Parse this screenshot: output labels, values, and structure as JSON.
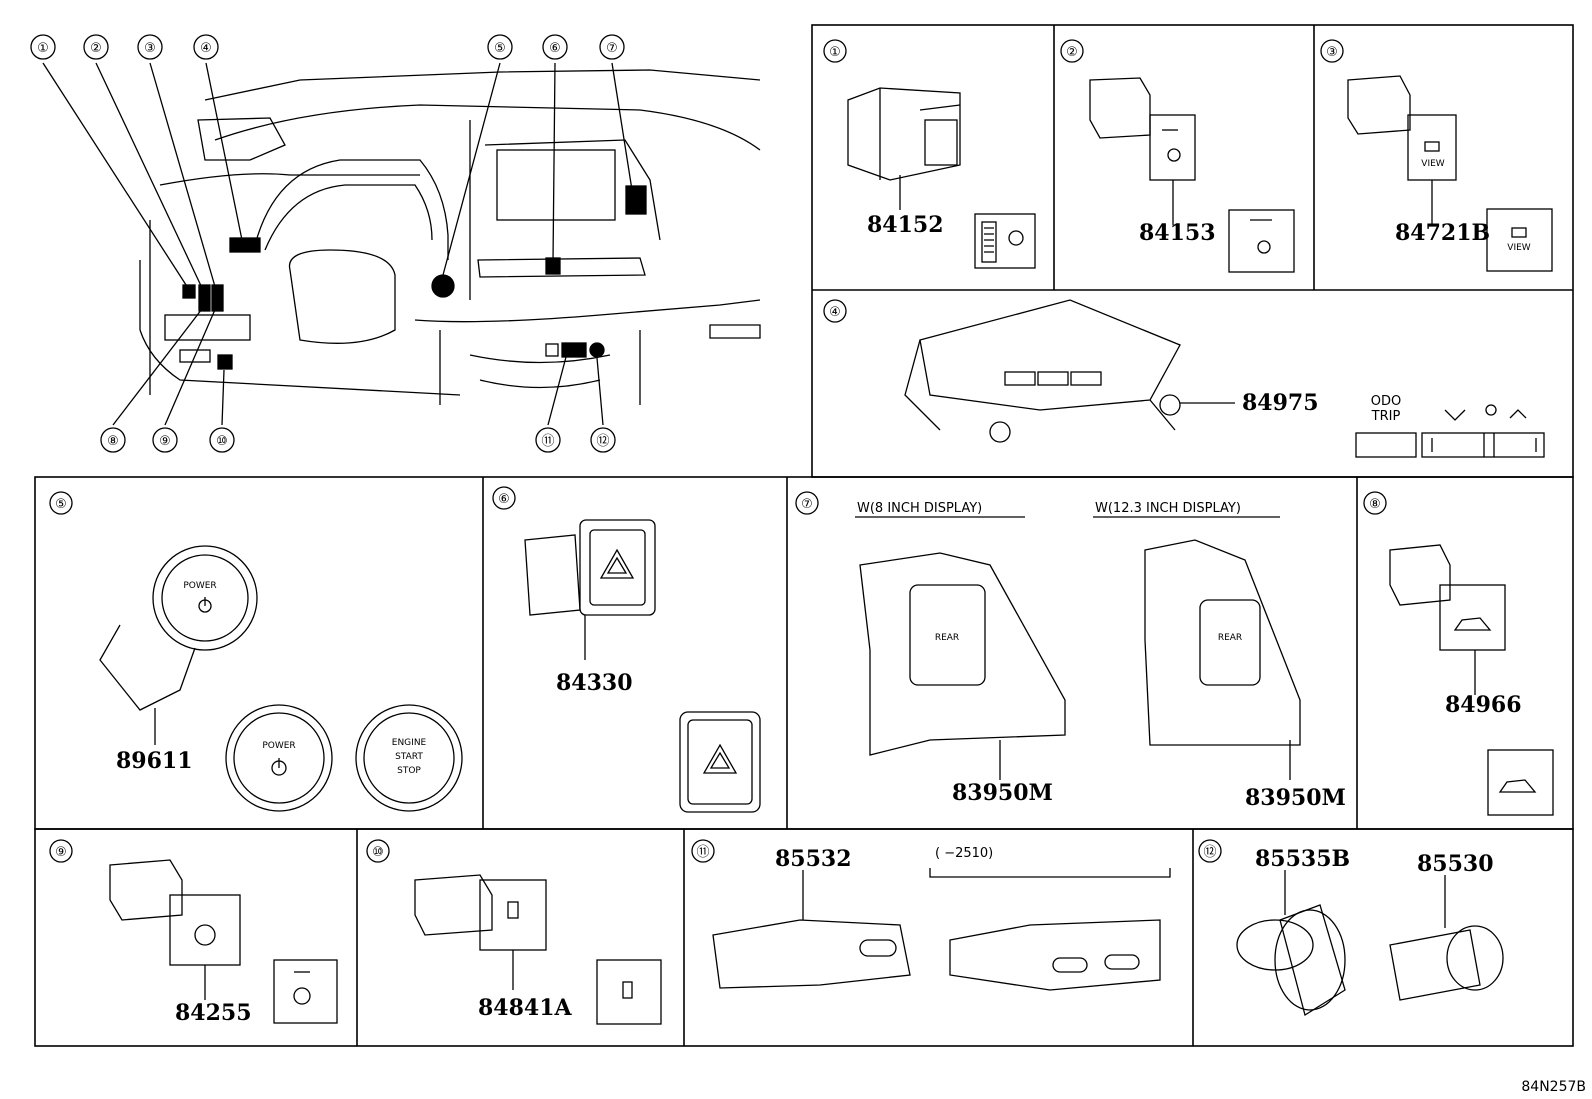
{
  "overview": {
    "callouts": [
      "①",
      "②",
      "③",
      "④",
      "⑤",
      "⑥",
      "⑦",
      "⑧",
      "⑨",
      "⑩",
      "⑪",
      "⑫"
    ]
  },
  "panels": [
    {
      "id": "p1",
      "marker": "①",
      "part": "84152"
    },
    {
      "id": "p2",
      "marker": "②",
      "part": "84153"
    },
    {
      "id": "p3",
      "marker": "③",
      "part": "84721B"
    },
    {
      "id": "p4",
      "marker": "④",
      "part": "84975",
      "odo": "ODO",
      "trip": "TRIP"
    },
    {
      "id": "p5",
      "marker": "⑤",
      "part": "89611",
      "power": "POWER",
      "engine1": "ENGINE",
      "engine2": "START",
      "engine3": "STOP"
    },
    {
      "id": "p6",
      "marker": "⑥",
      "part": "84330"
    },
    {
      "id": "p7",
      "marker": "⑦",
      "part_a": "83950M",
      "part_b": "83950M",
      "cap_a": "W(8 INCH DISPLAY)",
      "cap_b": "W(12.3 INCH DISPLAY)",
      "rear": "REAR"
    },
    {
      "id": "p8",
      "marker": "⑧",
      "part": "84966"
    },
    {
      "id": "p9",
      "marker": "⑨",
      "part": "84255"
    },
    {
      "id": "p10",
      "marker": "⑩",
      "part": "84841A"
    },
    {
      "id": "p11",
      "marker": "⑪",
      "part_a": "85532",
      "range": "(      −2510)"
    },
    {
      "id": "p12",
      "marker": "⑫",
      "part_a": "85535B",
      "part_b": "85530"
    }
  ],
  "view_label": "VIEW",
  "ref_code": "84N257B"
}
